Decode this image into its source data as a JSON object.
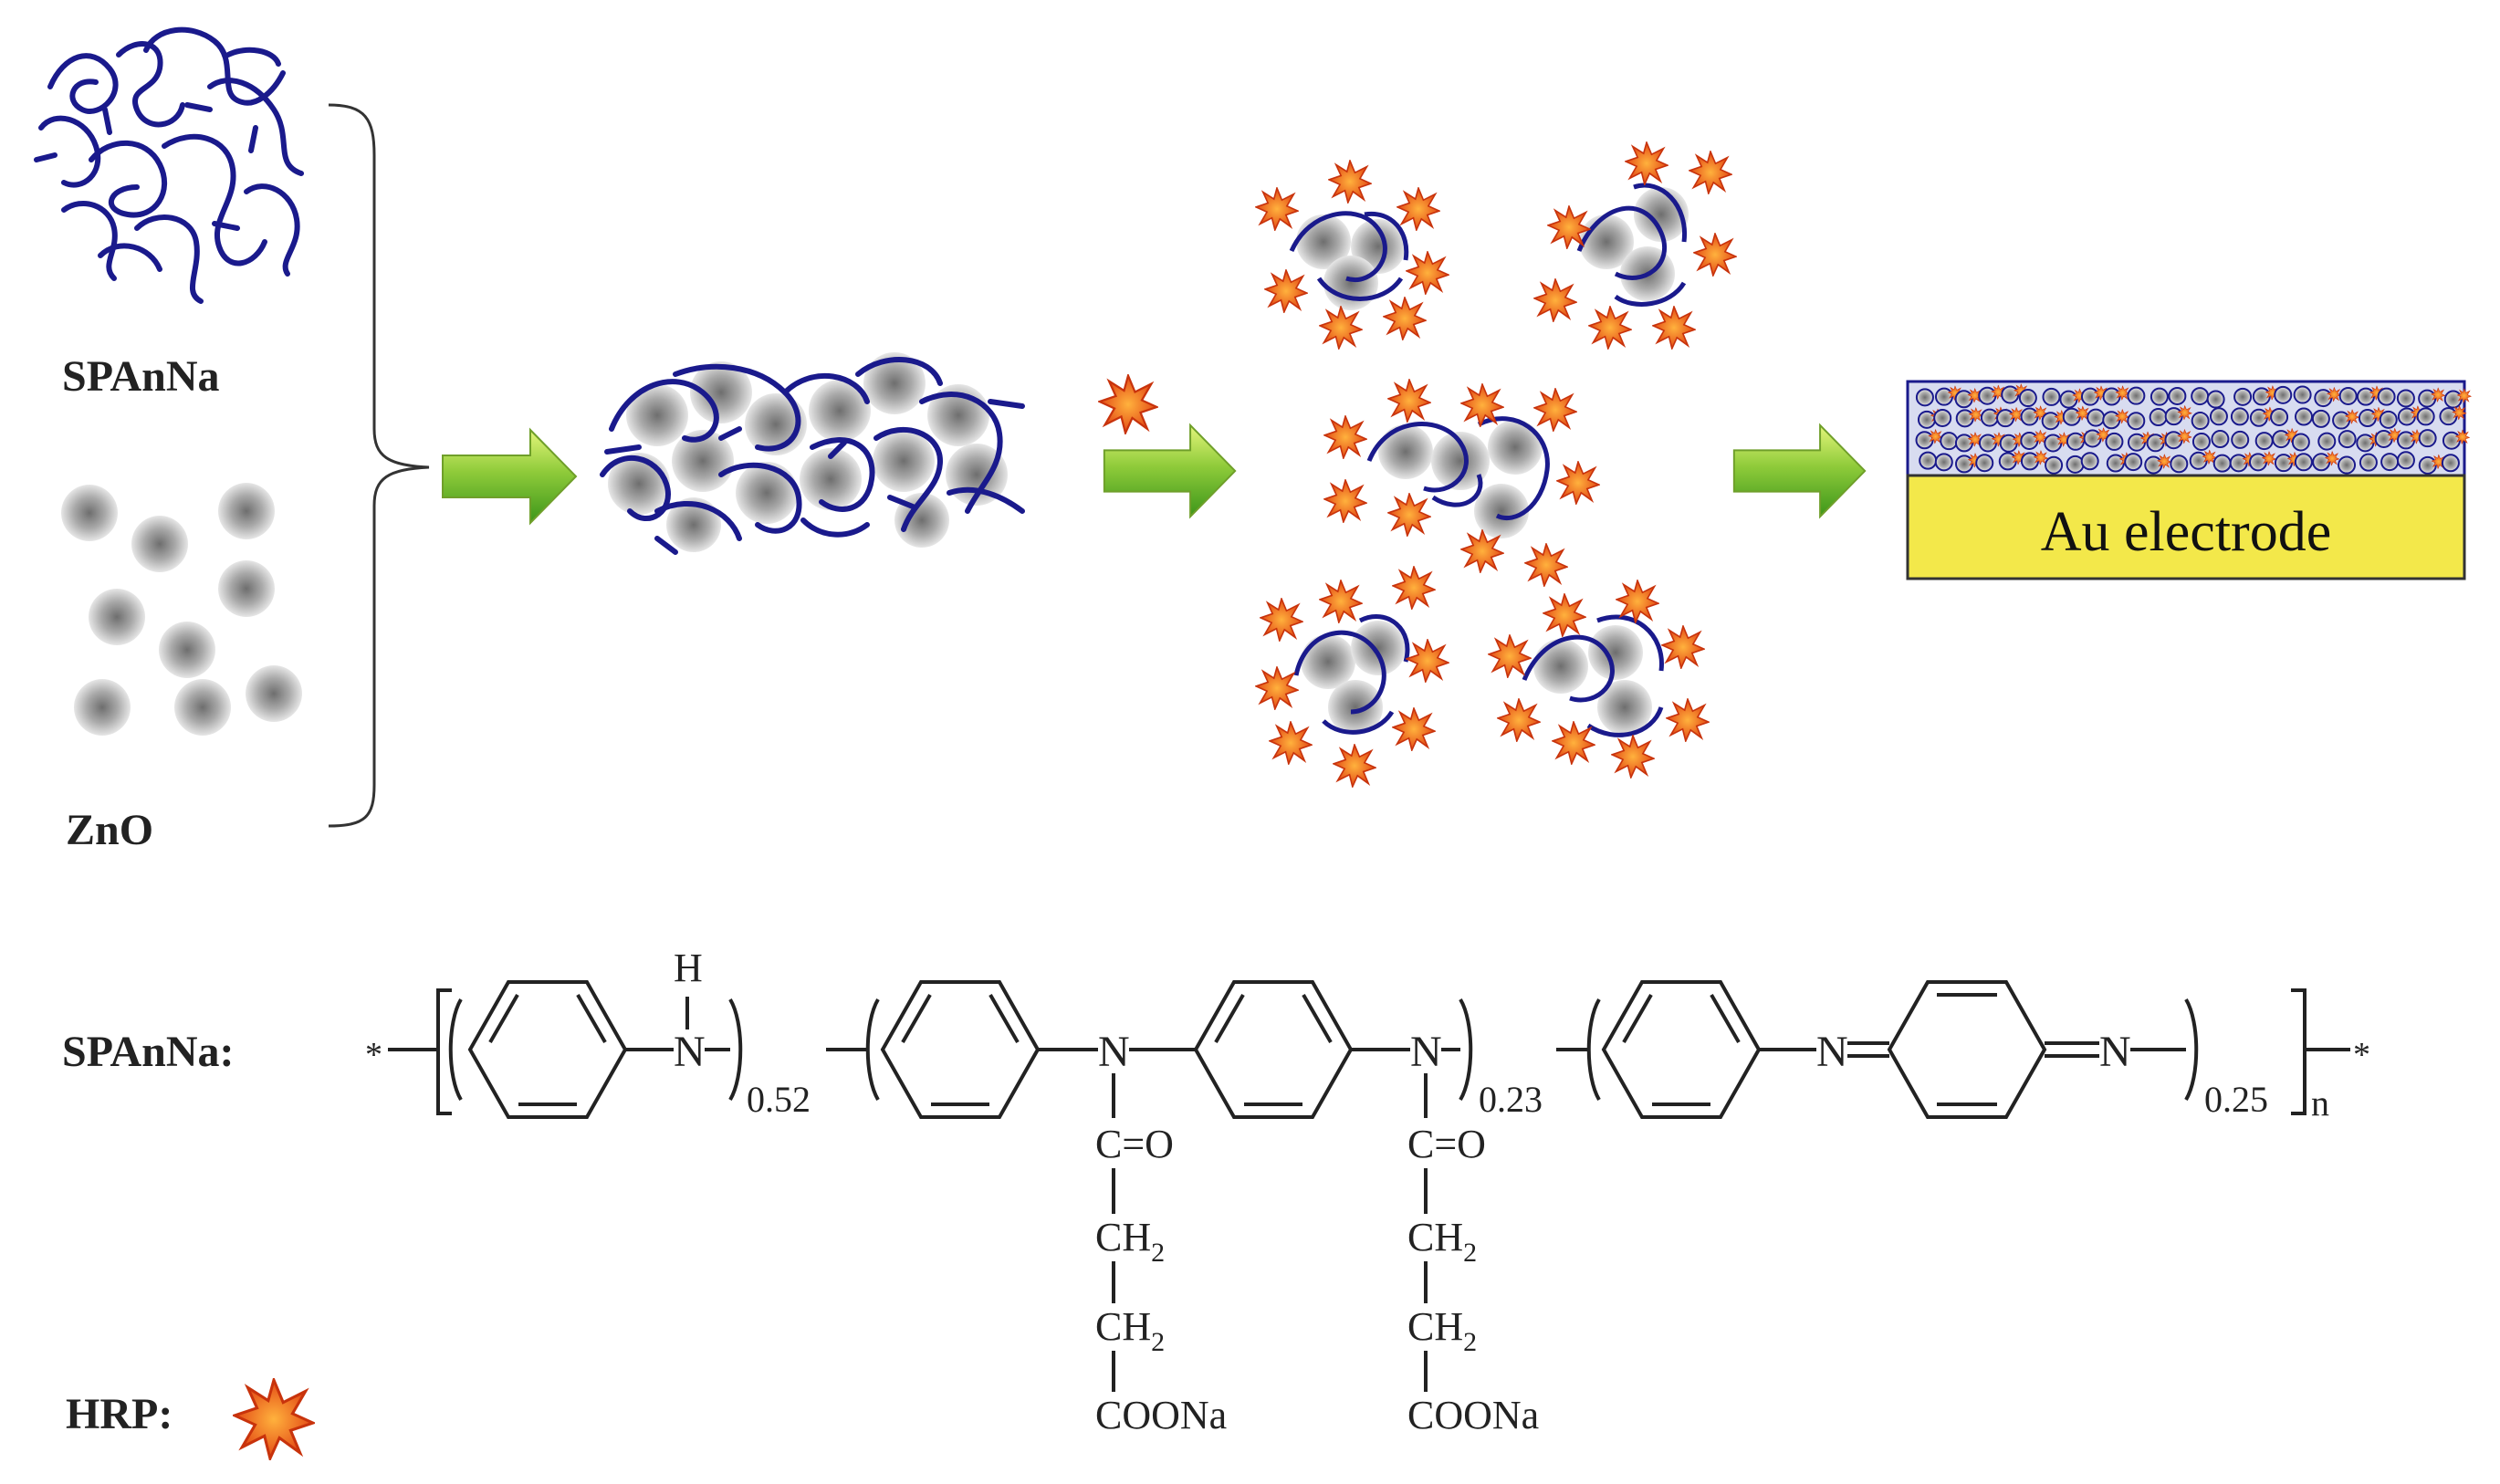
{
  "labels": {
    "spanna": "SPAnNa",
    "zno": "ZnO",
    "electrode": "Au electrode",
    "spanna_formula": "SPAnNa:",
    "hrp": "HRP:"
  },
  "formula": {
    "star": "*",
    "h": "H",
    "n": "N",
    "sub_052": "0.52",
    "sub_023": "0.23",
    "sub_025": "0.25",
    "n_repeat": "n",
    "co": "C=O",
    "ch2": "CH",
    "ch2_sub": "2",
    "coona": "COONa"
  },
  "colors": {
    "polymer": "#1a1a8c",
    "particle_center": "#6e6e6e",
    "particle_edge": "#e4e4e4",
    "hrp": "#e8501a",
    "hrp_center": "#ffb040",
    "arrow_light": "#d8f070",
    "arrow_dark": "#3f9d1a",
    "electrode": "#f3e84a"
  }
}
